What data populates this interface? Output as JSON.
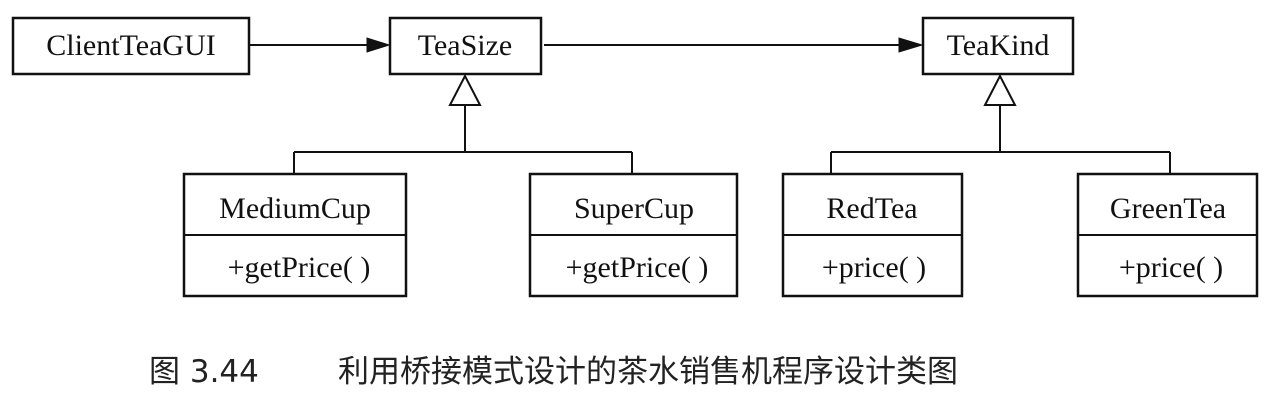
{
  "classes": {
    "client": {
      "name": "ClientTeaGUI"
    },
    "tea_size": {
      "name": "TeaSize"
    },
    "tea_kind": {
      "name": "TeaKind"
    },
    "medium_cup": {
      "name": "MediumCup",
      "method": "+getPrice( )"
    },
    "super_cup": {
      "name": "SuperCup",
      "method": "+getPrice( )"
    },
    "red_tea": {
      "name": "RedTea",
      "method": "+price( )"
    },
    "green_tea": {
      "name": "GreenTea",
      "method": "+price( )"
    }
  },
  "caption": {
    "number": "图 3.44",
    "text": "利用桥接模式设计的茶水销售机程序设计类图"
  }
}
